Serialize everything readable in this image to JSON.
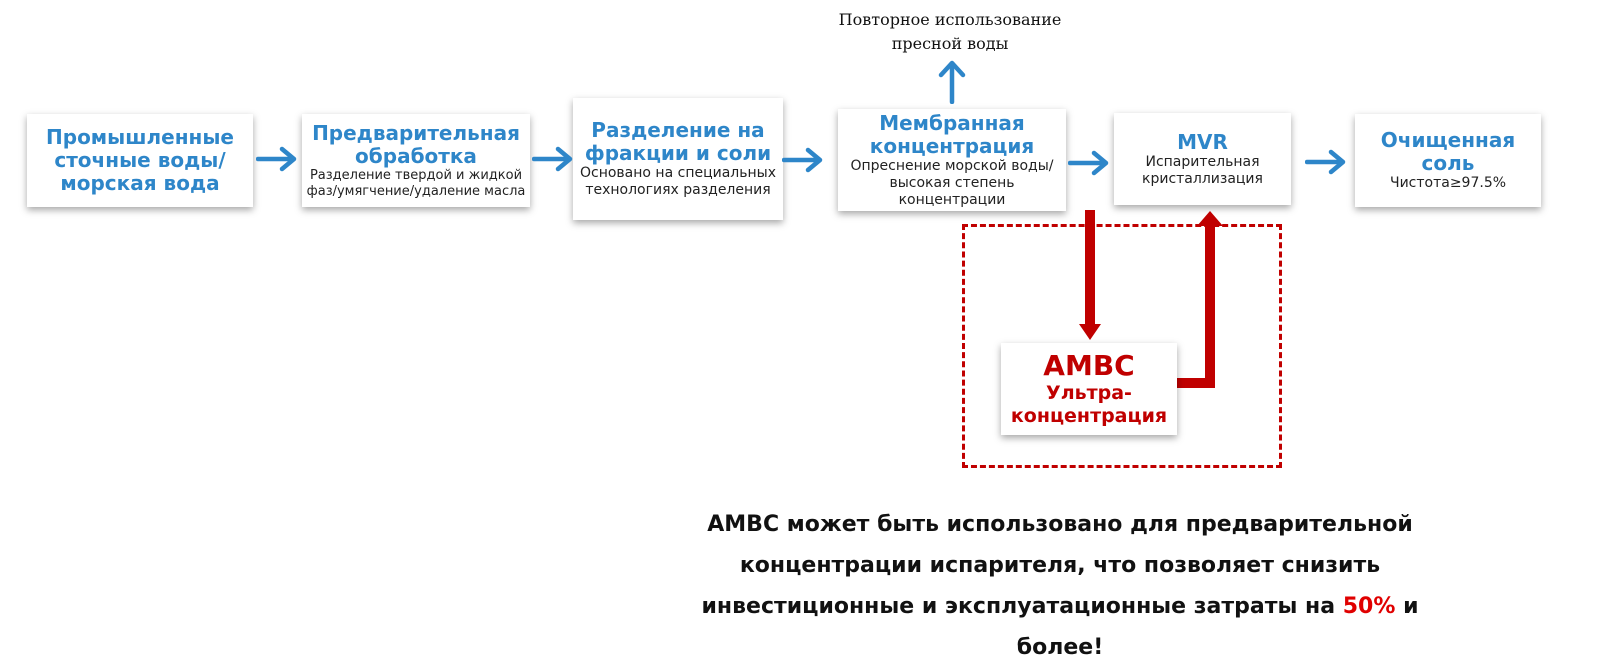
{
  "flow": {
    "steps": [
      {
        "title": "Промышленные сточные воды/морская вода",
        "subtitle": ""
      },
      {
        "title": "Предварительная обработка",
        "subtitle": "Разделение твердой и жидкой фаз/умягчение/удаление масла"
      },
      {
        "title": "Разделение на фракции и соли",
        "subtitle": "Основано на специальных технологиях разделения"
      },
      {
        "title": "Мембранная концентрация",
        "subtitle": "Опреснение морской воды/высокая степень концентрации"
      },
      {
        "title": "MVR",
        "subtitle": "Испарительная кристаллизация"
      },
      {
        "title": "Очищенная соль",
        "subtitle": "Чистота≥97.5%"
      }
    ],
    "reuse_label": "Повторное использование пресной воды",
    "ambc": {
      "title": "AMBC",
      "subtitle": "Ультра-концентрация"
    }
  },
  "footer": {
    "text_before": "AMBC может быть использовано для предварительной концентрации испарителя, что позволяет снизить инвестиционные и эксплуатационные затраты на ",
    "highlight": "50%",
    "text_after": " и более!"
  },
  "colors": {
    "blue": "#2E86C9",
    "red": "#C00000",
    "highlight": "#E00000"
  }
}
